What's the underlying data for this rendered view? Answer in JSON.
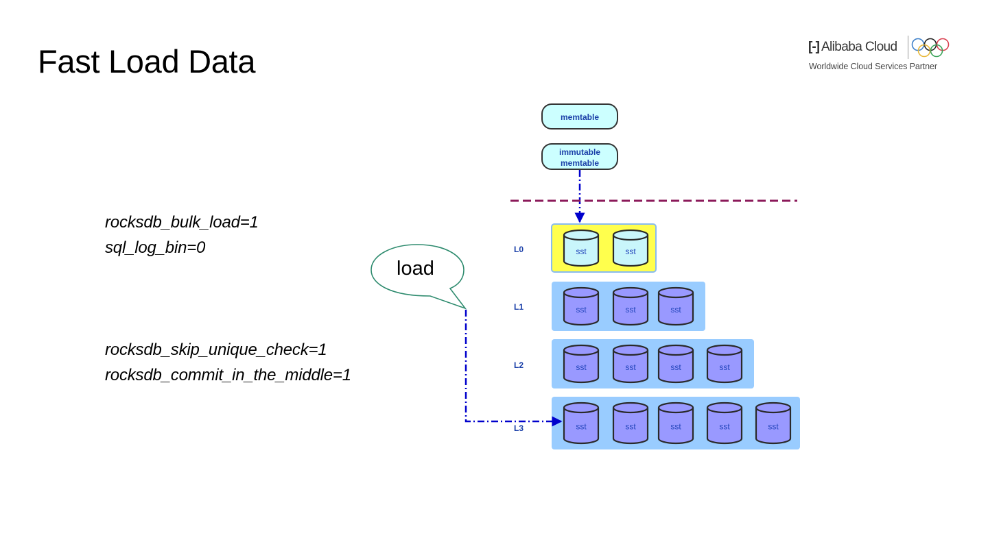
{
  "slide": {
    "title": "Fast Load Data"
  },
  "logo": {
    "brand": "Alibaba Cloud",
    "bracket_glyph": "[-]",
    "tagline": "Worldwide Cloud Services Partner",
    "rings_icon": "olympic-rings-icon"
  },
  "settings": {
    "group_a": [
      "rocksdb_bulk_load=1",
      "sql_log_bin=0"
    ],
    "group_b": [
      "rocksdb_skip_unique_check=1",
      "rocksdb_commit_in_the_middle=1"
    ]
  },
  "callout": {
    "text": "load",
    "border_color": "#2e8b6e"
  },
  "diagram": {
    "memtable": "memtable",
    "immutable_line1": "immutable",
    "immutable_line2": "memtable",
    "separator_color": "#8b1a5a",
    "arrow_color": "#0000cc",
    "label_color": "#1a3fa8",
    "levels": [
      {
        "label": "L0",
        "sst_count": 2,
        "sst_label": "sst",
        "box_color": "#ffff4d",
        "sst_fill": "#c9f6fb"
      },
      {
        "label": "L1",
        "sst_count": 3,
        "sst_label": "sst",
        "box_color": "#99ccff",
        "sst_fill": "#9999ff"
      },
      {
        "label": "L2",
        "sst_count": 4,
        "sst_label": "sst",
        "box_color": "#99ccff",
        "sst_fill": "#9999ff"
      },
      {
        "label": "L3",
        "sst_count": 5,
        "sst_label": "sst",
        "box_color": "#99ccff",
        "sst_fill": "#9999ff"
      }
    ]
  }
}
